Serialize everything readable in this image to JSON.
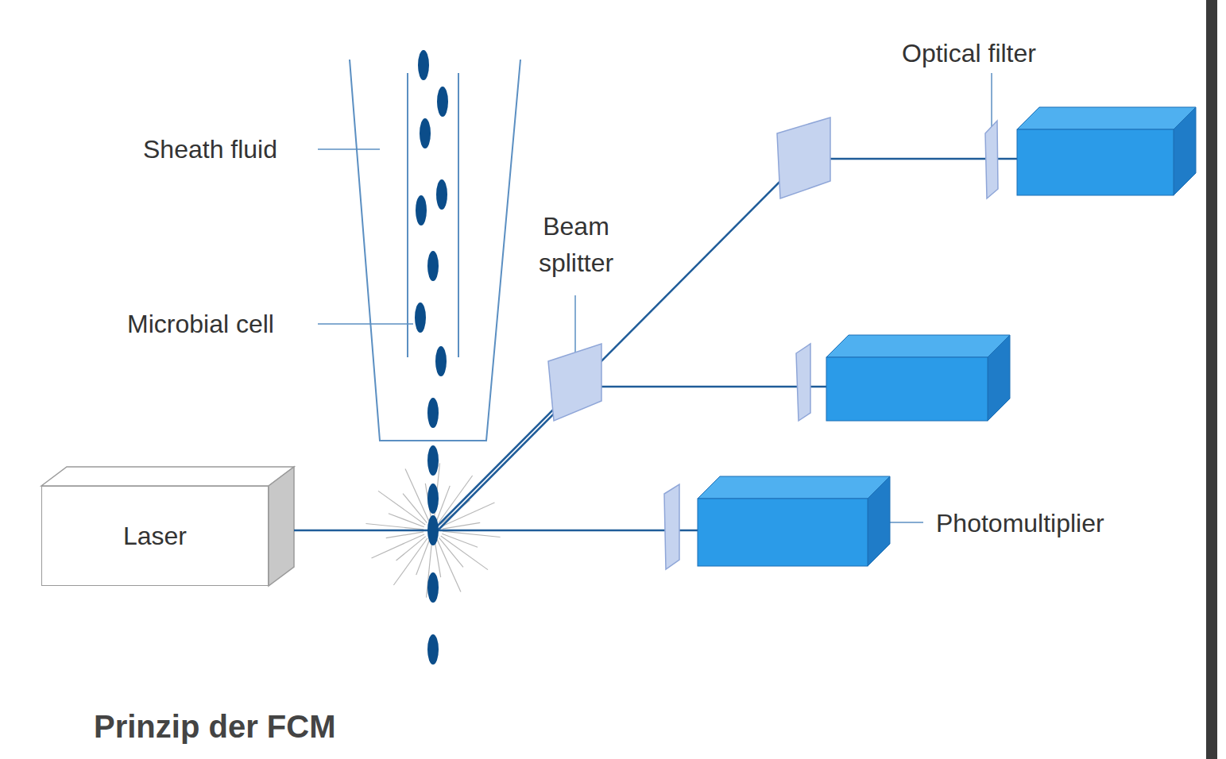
{
  "diagram": {
    "caption": "Prinzip der FCM",
    "nodes": [
      {
        "text": [
          "Laser"
        ]
      }
    ],
    "labels": [
      "Sheath fluid",
      "Microbial cell",
      "Beam splitter",
      "Optical filter",
      "Photomultiplier"
    ]
  }
}
